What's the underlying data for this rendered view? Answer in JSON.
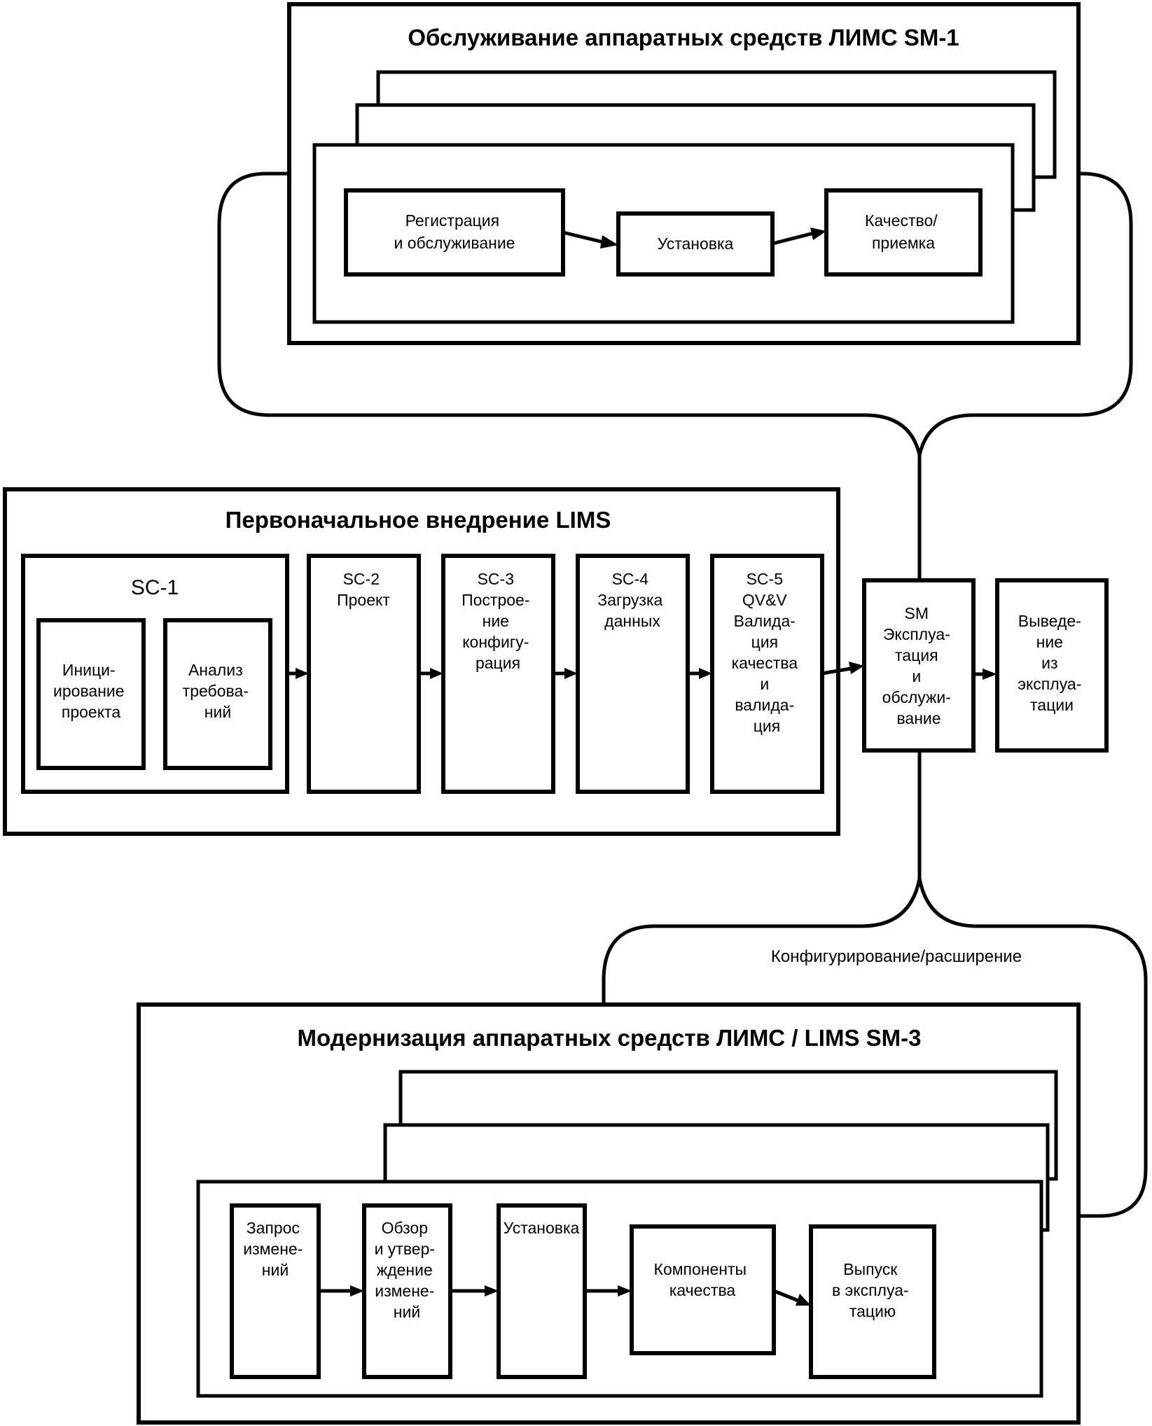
{
  "sm1": {
    "title": "Обслуживание аппаратных средств ЛИМС SM-1",
    "steps": [
      {
        "lines": [
          "Регистрация",
          "и обслуживание"
        ]
      },
      {
        "lines": [
          "Установка"
        ]
      },
      {
        "lines": [
          "Качество/",
          "приемка"
        ]
      }
    ]
  },
  "initial": {
    "title": "Первоначальное внедрение LIMS",
    "sc1": {
      "label": "SC-1",
      "substeps": [
        {
          "lines": [
            "Иници-",
            "ирование",
            "проекта"
          ]
        },
        {
          "lines": [
            "Анализ",
            "требова-",
            "ний"
          ]
        }
      ]
    },
    "stages": [
      {
        "lines": [
          "SC-2",
          "Проект"
        ]
      },
      {
        "lines": [
          "SC-3",
          "Построе-",
          "ние",
          "конфигу-",
          "рация"
        ]
      },
      {
        "lines": [
          "SC-4",
          "Загрузка",
          "данных"
        ]
      },
      {
        "lines": [
          "SC-5",
          "QV&V",
          "Валида-",
          "ция",
          "качества",
          "и",
          "валида-",
          "ция"
        ]
      }
    ]
  },
  "operation": {
    "lines": [
      "SM",
      "Эксплуа-",
      "тация",
      "и",
      "обслужи-",
      "вание"
    ]
  },
  "retirement": {
    "lines": [
      "Выведе-",
      "ние",
      "из",
      "эксплуа-",
      "тации"
    ]
  },
  "connector_label": "Конфигурирование/расширение",
  "sm3": {
    "title": "Модернизация аппаратных средств ЛИМС / LIMS SM-3",
    "steps": [
      {
        "lines": [
          "Запрос",
          "измене-",
          "ний"
        ]
      },
      {
        "lines": [
          "Обзор",
          "и утвер-",
          "ждение",
          "измене-",
          "ний"
        ]
      },
      {
        "lines": [
          "Установка"
        ]
      },
      {
        "lines": [
          "Компоненты",
          "качества"
        ]
      },
      {
        "lines": [
          "Выпуск",
          "в эксплуа-",
          "тацию"
        ]
      }
    ]
  }
}
